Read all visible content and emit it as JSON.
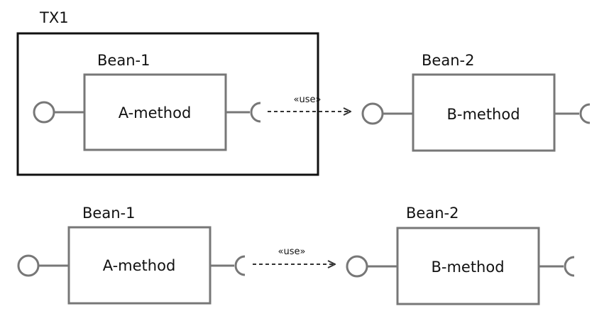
{
  "transaction": {
    "label": "TX1"
  },
  "top_row": {
    "left_component": {
      "name": "Bean-1",
      "method": "A-method"
    },
    "dependency": {
      "stereotype": "«use»"
    },
    "right_component": {
      "name": "Bean-2",
      "method": "B-method"
    }
  },
  "bottom_row": {
    "left_component": {
      "name": "Bean-1",
      "method": "A-method"
    },
    "dependency": {
      "stereotype": "«use»"
    },
    "right_component": {
      "name": "Bean-2",
      "method": "B-method"
    }
  },
  "colors": {
    "stroke": "#777777",
    "frame": "#111111",
    "arrow": "#333333",
    "text": "#111111"
  }
}
